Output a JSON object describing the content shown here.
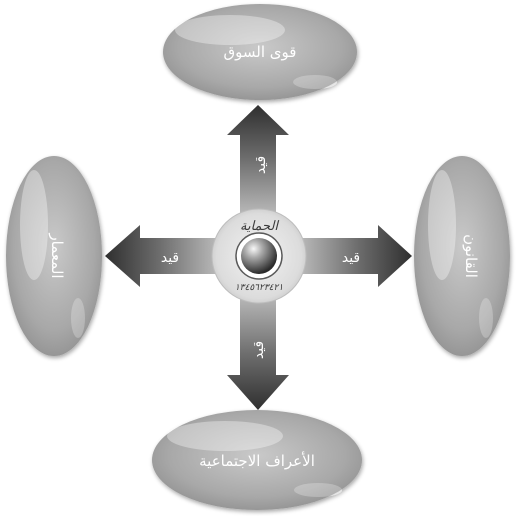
{
  "nodes": {
    "top": "قوى السوق",
    "left": "المعمار",
    "right": "القانون",
    "bottom": "الأعراف الاجتماعية"
  },
  "hub": {
    "top_label": "الحماية",
    "bottom_label": "١٣٤٥٦٢٣٤٢١"
  },
  "arrows": {
    "up": "قيد",
    "left": "قيد",
    "right": "قيد",
    "down": "قيد"
  },
  "colors": {
    "arrow_dark": "#3a3a3a",
    "arrow_light": "#bdbdbd",
    "node_fill": "#a9a9a9",
    "text": "#ffffff"
  }
}
